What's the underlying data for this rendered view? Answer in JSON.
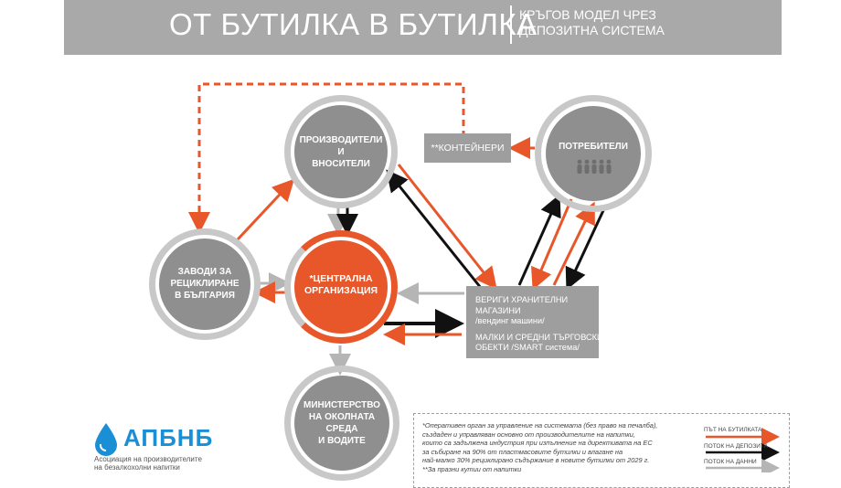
{
  "banner": {
    "title": "ОТ БУТИЛКА В БУТИЛКА",
    "subtitle_line1": "КРЪГОВ МОДЕЛ ЧРЕЗ",
    "subtitle_line2": "ДЕПОЗИТНА СИСТЕМА"
  },
  "nodes": {
    "producers": [
      "ПРОИЗВОДИТЕЛИ",
      "И",
      "ВНОСИТЕЛИ"
    ],
    "consumers": "ПОТРЕБИТЕЛИ",
    "recycling": [
      "ЗАВОДИ ЗА",
      "РЕЦИКЛИРАНЕ",
      "В БЪЛГАРИЯ"
    ],
    "central": [
      "*ЦЕНТРАЛНА",
      "ОРГАНИЗАЦИЯ"
    ],
    "ministry": [
      "МИНИСТЕРСТВО",
      "НА ОКОЛНАТА",
      "СРЕДА",
      "И ВОДИТЕ"
    ]
  },
  "containers_label": "**КОНТЕЙНЕРИ",
  "retail": {
    "line1": "ВЕРИГИ ХРАНИТЕЛНИ МАГАЗИНИ",
    "line2": "/вендинг машини/",
    "line3": "МАЛКИ И СРЕДНИ ТЪРГОВСКИ",
    "line4": "ОБЕКТИ /SMART система/"
  },
  "footnote": {
    "line1": "*Оперативен орган за управление на системата (без право на печалба),",
    "line2": "създаден и управляван основно от производителите на напитки,",
    "line3": "които са задължена индустрия при изпълнение на директивата на ЕС",
    "line4": "за събиране на 90% от пластмасовите бутилки и влагане на",
    "line5": "най-малко 30% рециклирано съдържание в новите бутилки от 2029 г.",
    "line6": "**За празни кутии от напитки"
  },
  "legend": {
    "bottle_path": "ПЪТ НА БУТИЛКАТА",
    "deposit_flow": "ПОТОК НА ДЕПОЗИТА",
    "data_flow": "ПОТОК НА ДАННИ"
  },
  "logo": {
    "name": "АПБНБ",
    "sub1": "Асоциация на производителите",
    "sub2": "на безалкохолни напитки"
  },
  "colors": {
    "orange": "#e8572a",
    "gray": "#9e9e9e",
    "dark_gray": "#7d7d7d",
    "light_gray": "#c8c8c8",
    "black": "#111111",
    "logo_blue": "#1a8fd6"
  }
}
